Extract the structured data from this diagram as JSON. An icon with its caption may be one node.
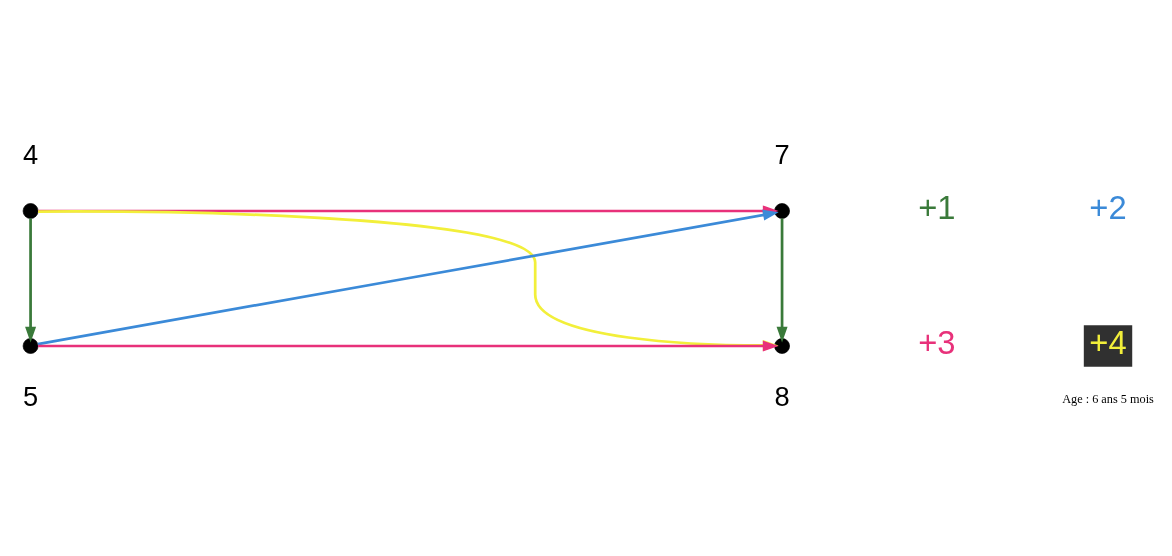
{
  "diagram": {
    "nodes": [
      {
        "text": [],
        "shape": "circle",
        "beside": [
          "4"
        ]
      },
      {
        "text": [],
        "shape": "circle",
        "beside": [
          "7"
        ]
      },
      {
        "text": [],
        "shape": "circle",
        "beside": [
          "5"
        ]
      },
      {
        "text": [],
        "shape": "circle",
        "beside": [
          "8"
        ]
      }
    ],
    "edges": [
      {
        "from": 0,
        "to": 1,
        "arrow": "to",
        "color": "#e8317a"
      },
      {
        "from": 0,
        "to": 2,
        "arrow": "to",
        "color": "#3a7a3a"
      },
      {
        "from": 1,
        "to": 3,
        "arrow": "to",
        "color": "#3a7a3a"
      },
      {
        "from": 2,
        "to": 1,
        "arrow": "to",
        "color": "#3b8ad8"
      },
      {
        "from": 0,
        "to": 3,
        "arrow": "to",
        "color": "#f2ef3a"
      },
      {
        "from": 2,
        "to": 3,
        "arrow": "to",
        "color": "#e8317a"
      }
    ],
    "labels": [
      "Age : 6 ans 5 mois"
    ],
    "legend": [
      {
        "text": "+1",
        "color": "#3a7a3a"
      },
      {
        "text": "+2",
        "color": "#3b8ad8"
      },
      {
        "text": "+3",
        "color": "#e8317a"
      },
      {
        "text": "+4",
        "color": "#f2ef3a"
      }
    ]
  }
}
